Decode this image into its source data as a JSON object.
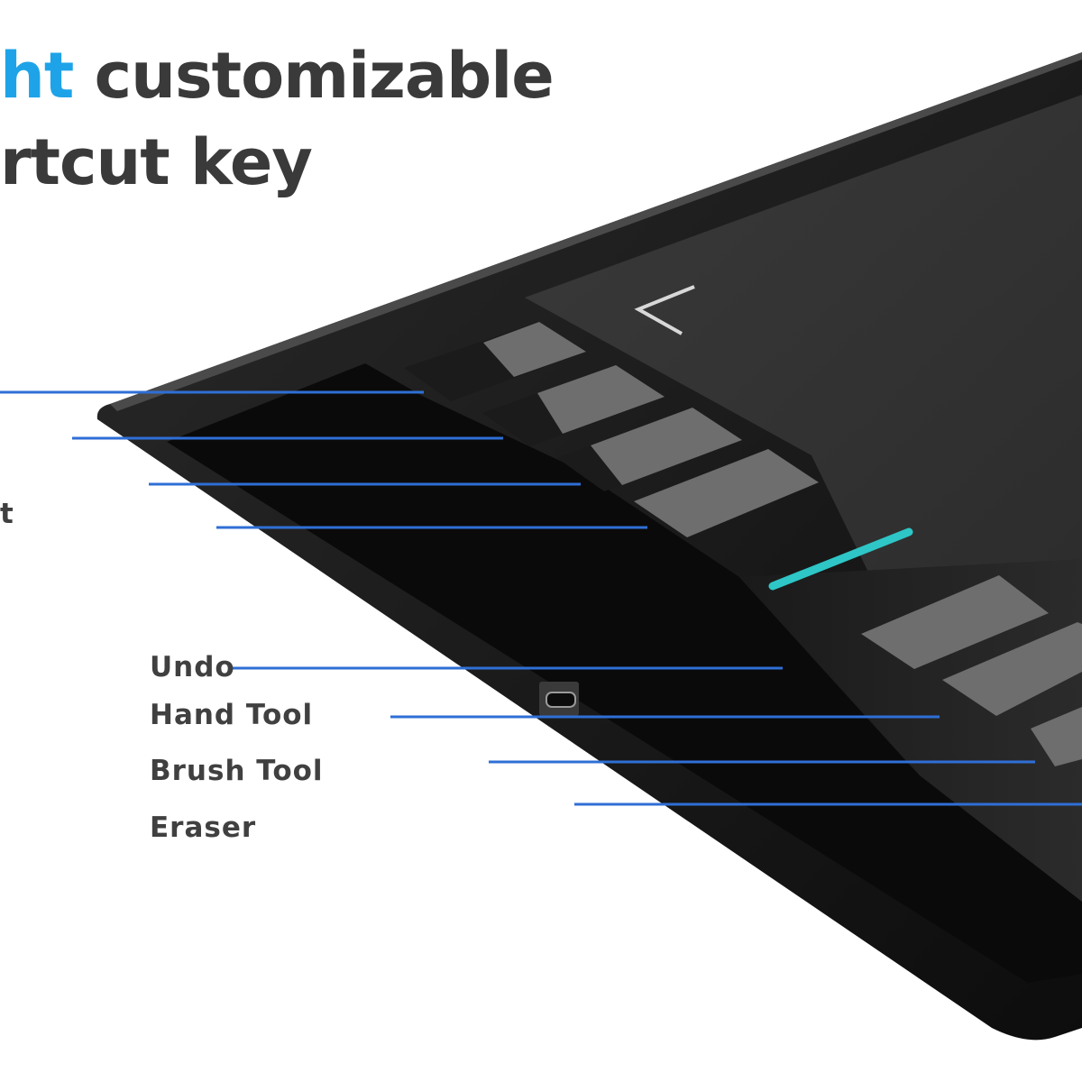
{
  "headline": {
    "line1_accent": "ht",
    "line1_rest": " customizable",
    "line2": "rtcut key"
  },
  "edge_fragment": "t",
  "callouts": [
    {
      "label": ""
    },
    {
      "label": ""
    },
    {
      "label": ""
    },
    {
      "label": ""
    },
    {
      "label": "Undo"
    },
    {
      "label": "Hand Tool"
    },
    {
      "label": "Brush Tool"
    },
    {
      "label": "Eraser"
    }
  ],
  "colors": {
    "accent": "#1fa3e8",
    "callout_line": "#2f6fd6",
    "tablet_body": "#141414",
    "key_face": "#6e6e6e",
    "indicator": "#2ec6c6"
  },
  "icons": [
    "back-arrow-icon",
    "usb-port-icon"
  ]
}
